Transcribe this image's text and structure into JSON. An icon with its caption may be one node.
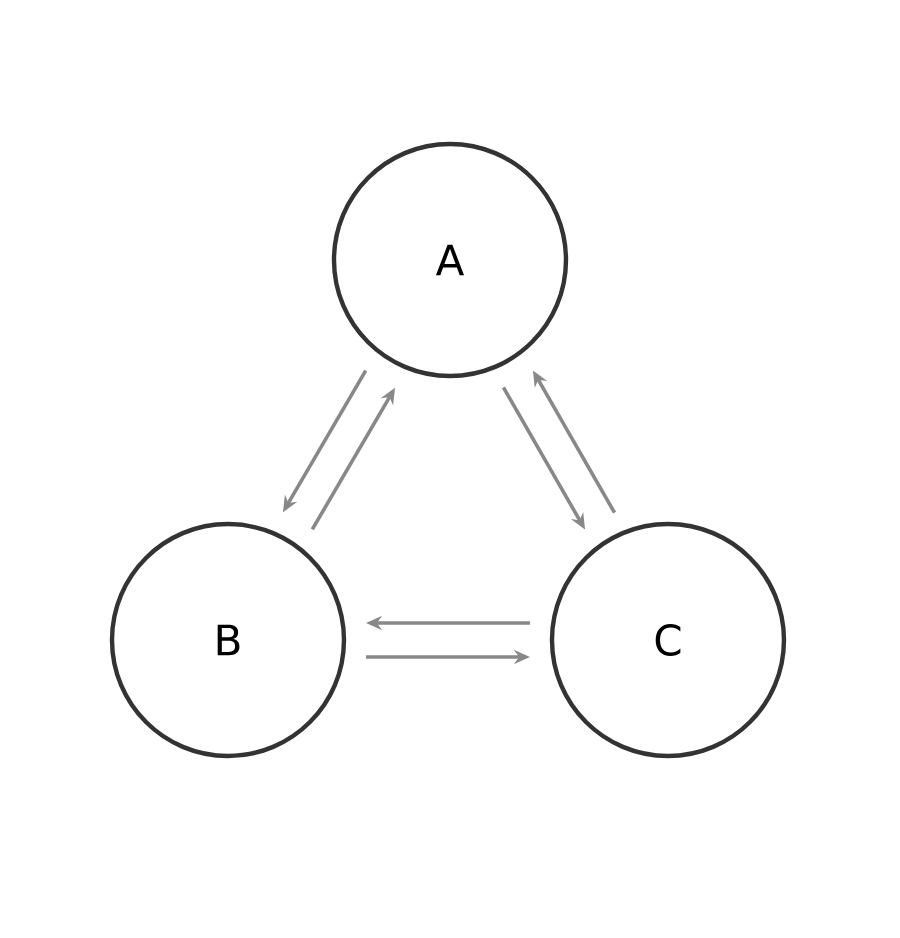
{
  "diagram": {
    "nodes": [
      {
        "text": [
          "A"
        ]
      },
      {
        "text": [
          "B"
        ]
      },
      {
        "text": [
          "C"
        ]
      }
    ],
    "edges": [
      {
        "from": 1,
        "to": 0,
        "arrow": "to"
      },
      {
        "from": 0,
        "to": 1,
        "arrow": "to"
      },
      {
        "from": 0,
        "to": 2,
        "arrow": "to"
      },
      {
        "from": 2,
        "to": 0,
        "arrow": "to"
      },
      {
        "from": 2,
        "to": 1,
        "arrow": "to"
      },
      {
        "from": 1,
        "to": 2,
        "arrow": "to"
      }
    ]
  }
}
